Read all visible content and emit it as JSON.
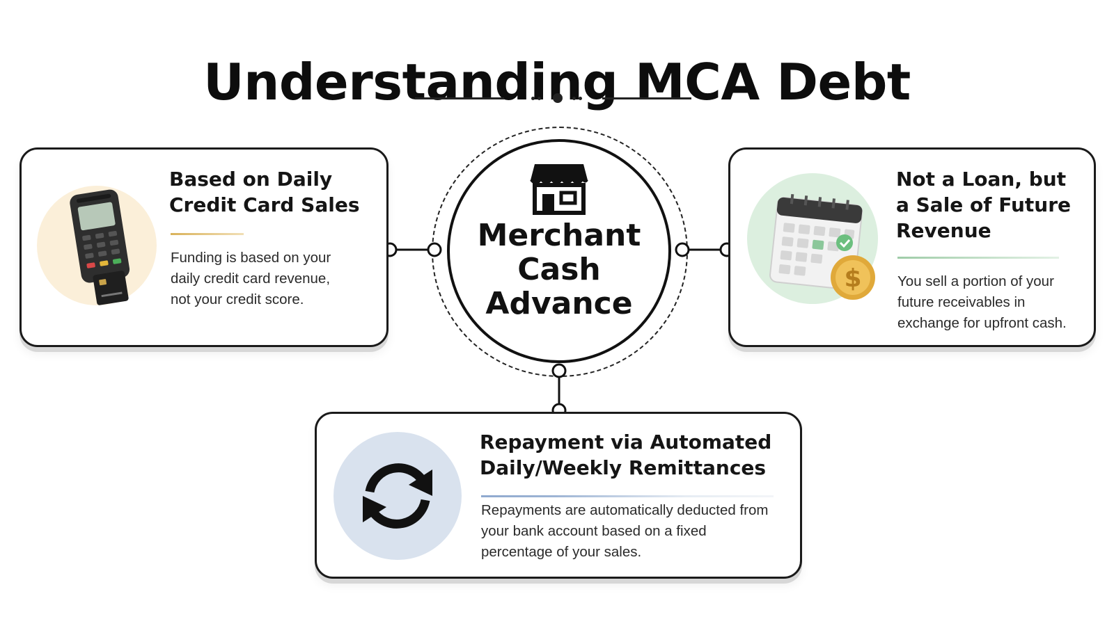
{
  "title": "Understanding MCA Debt",
  "center": {
    "line1": "Merchant",
    "line2": "Cash",
    "line3": "Advance",
    "icon": "storefront-icon"
  },
  "cards": {
    "left": {
      "title_line1": "Based on Daily",
      "title_line2": "Credit Card Sales",
      "body_line1": "Funding is based on your",
      "body_line2": "daily credit card revenue,",
      "body_line3": "not your credit score.",
      "icon": "card-terminal-icon",
      "accent_color": "#d9b25a",
      "badge_color": "#fbefd9"
    },
    "right": {
      "title_line1": "Not a Loan, but",
      "title_line2": "a Sale of Future",
      "title_line3": "Revenue",
      "body_line1": "You sell a portion of your",
      "body_line2": "future receivables in",
      "body_line3": "exchange for upfront cash.",
      "icon": "calendar-coin-icon",
      "accent_color": "#9fcca8",
      "badge_color": "#dcefdf"
    },
    "bottom": {
      "title_line1": "Repayment via Automated",
      "title_line2": "Daily/Weekly Remittances",
      "body_line1": "Repayments are automatically deducted from",
      "body_line2": "your bank account based on a fixed",
      "body_line3": "percentage of your sales.",
      "icon": "refresh-cycle-icon",
      "accent_color": "#9db4d4",
      "badge_color": "#d9e2ee"
    }
  }
}
